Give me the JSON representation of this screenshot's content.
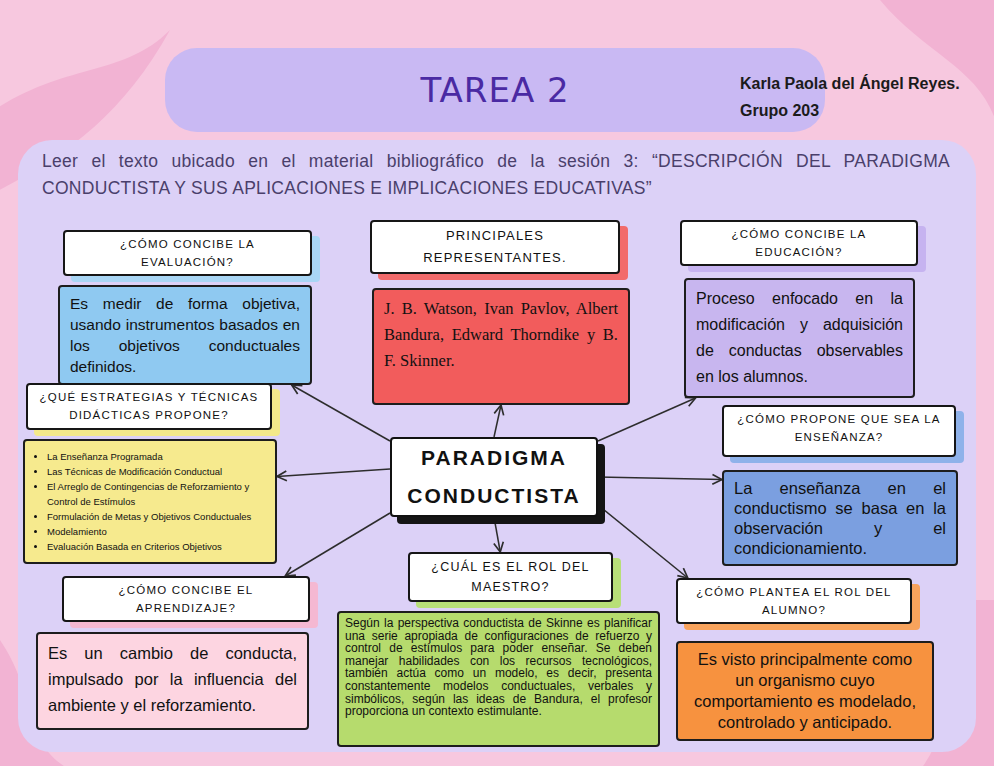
{
  "diagram": {
    "title": "TAREA 2",
    "nodes": [
      {
        "text": [
          "¿CÓMO CONCIBE LA EVALUACIÓN?"
        ]
      },
      {
        "text": [
          "Es medir de forma objetiva, usando instrumentos basados en los objetivos conductuales definidos."
        ]
      },
      {
        "text": [
          "PRINCIPALES REPRESENTANTES."
        ]
      },
      {
        "text": [
          "J. B. Watson, Ivan Pavlov, Albert Bandura, Edward Thorndike y B. F. Skinner."
        ]
      },
      {
        "text": [
          "¿CÓMO CONCIBE LA EDUCACIÓN?"
        ]
      },
      {
        "text": [
          "Proceso enfocado en la modificación y adquisición de conductas observables en los alumnos."
        ]
      },
      {
        "text": [
          "¿QUÉ ESTRATEGIAS Y TÉCNICAS DIDÁCTICAS PROPONE?"
        ]
      },
      {
        "text": [
          "La Enseñanza Programada",
          "Las Técnicas de Modificación Conductual",
          "El Arreglo de Contingencias de Reforzamiento y Control de Estímulos",
          "Formulación de Metas y Objetivos Conductuales",
          "Modelamiento",
          "Evaluación Basada en Criterios Objetivos"
        ]
      },
      {
        "text": [
          "PARADIGMA CONDUCTISTA"
        ]
      },
      {
        "text": [
          "¿CÓMO PROPONE QUE SEA LA ENSEÑANZA?"
        ]
      },
      {
        "text": [
          "La enseñanza en el conductismo se basa en la observación y el condicionamiento."
        ]
      },
      {
        "text": [
          "¿CÓMO CONCIBE EL APRENDIZAJE?"
        ]
      },
      {
        "text": [
          "¿CUÁL ES EL ROL DEL MAESTRO?"
        ]
      },
      {
        "text": [
          "¿CÓMO PLANTEA EL ROL DEL ALUMNO?"
        ]
      },
      {
        "text": [
          "Es un cambio de conducta, impulsado por la influencia del ambiente y el reforzamiento."
        ]
      },
      {
        "text": [
          "Según la perspectiva conductista de Skinne es planificar una serie apropiada de configuraciones de refuerzo y control de estímulos para poder enseñar. Se deben manejar habilidades con los recursos tecnológicos, también actúa como un modelo, es decir, presenta constantemente modelos conductuales, verbales y simbólicos, según las ideas de Bandura, el profesor proporciona un contexto estimulante."
        ]
      },
      {
        "text": [
          "Es visto principalmente como un organismo cuyo comportamiento es modelado, controlado y anticipado."
        ]
      }
    ],
    "edges": [
      {
        "from": 8,
        "to": 1,
        "arrow": "to"
      },
      {
        "from": 8,
        "to": 3,
        "arrow": "to"
      },
      {
        "from": 8,
        "to": 5,
        "arrow": "to"
      },
      {
        "from": 8,
        "to": 7,
        "arrow": "to"
      },
      {
        "from": 8,
        "to": 10,
        "arrow": "to"
      },
      {
        "from": 8,
        "to": 11,
        "arrow": "to"
      },
      {
        "from": 8,
        "to": 12,
        "arrow": "to"
      },
      {
        "from": 8,
        "to": 13,
        "arrow": "to"
      }
    ],
    "labels": [
      "Karla Paola del Ángel Reyes.",
      "Grupo 203",
      "Leer el texto ubicado en el material bibliográfico de la sesión 3: “DESCRIPCIÓN DEL PARADIGMA CONDUCTISTA Y SUS APLICACIONES E IMPLICACIONES EDUCATIVAS”"
    ]
  }
}
